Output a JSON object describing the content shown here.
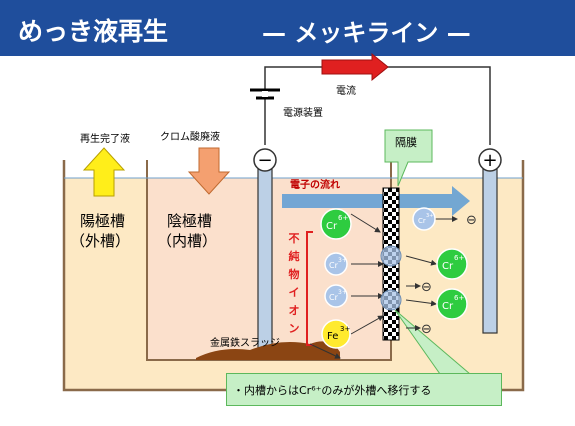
{
  "header": {
    "title": "めっき液再生",
    "subtitle": "— メッキライン —"
  },
  "labels": {
    "current": "電流",
    "power_supply": "電源装置",
    "membrane": "隔膜",
    "regenerated_liquid": "再生完了液",
    "chrome_waste": "クロム酸廃液",
    "anode_tank_line1": "陽極槽",
    "anode_tank_line2": "（外槽）",
    "cathode_tank_line1": "陰極槽",
    "cathode_tank_line2": "（内槽）",
    "electron_flow": "電子の流れ",
    "impurity_ions": [
      "不",
      "純",
      "物",
      "イ",
      "オ",
      "ン"
    ],
    "sludge": "金属鉄スラッジ",
    "minus_symbol": "−",
    "plus_symbol": "+",
    "small_minus": "⊖"
  },
  "ions": {
    "cr6": "Cr",
    "cr6_charge": "6+",
    "cr3": "Cr",
    "cr3_charge": "3+",
    "fe3": "Fe",
    "fe3_charge": "3+"
  },
  "note": "・内槽からはCr⁶⁺のみが外槽へ移行する",
  "colors": {
    "banner": "#1f4e9c",
    "outer_tank_liquid": "#fde9c4",
    "inner_tank_liquid": "#fbe0cc",
    "electron_arrow": "#5b9bd5",
    "cr6_ion": "#2ecc40",
    "cr3_ion": "#a9c4e8",
    "fe3_ion": "#ffea2e",
    "current_arrow": "#e02020",
    "note_box": "#c6efc6"
  }
}
